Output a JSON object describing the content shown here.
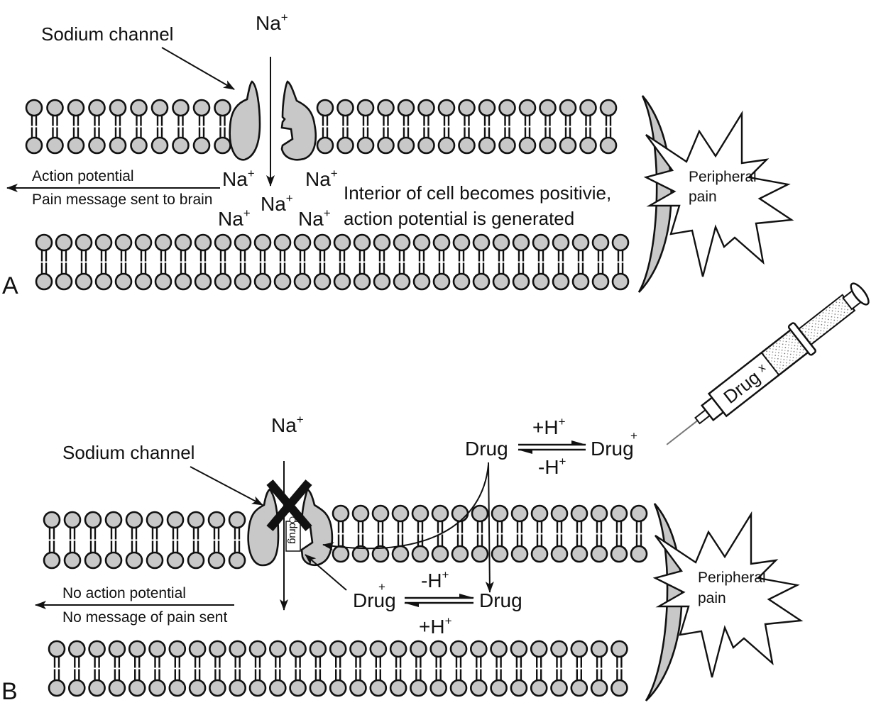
{
  "figure": {
    "colors": {
      "lipid_head": "#c8c8c8",
      "outline": "#111111",
      "background": "#ffffff"
    },
    "panel_a": {
      "label": "A",
      "sodium_channel_label": "Sodium channel",
      "ion_top": "Na",
      "ion_sup": "+",
      "ions_inside": [
        "Na",
        "Na",
        "Na",
        "Na",
        "Na"
      ],
      "arrow_text_top": "Action potential",
      "arrow_text_bottom": "Pain message sent to brain",
      "interior_line1": "Interior of cell becomes positivie,",
      "interior_line2": "action potential is generated",
      "pain_line1": "Peripheral",
      "pain_line2": "pain"
    },
    "panel_b": {
      "label": "B",
      "sodium_channel_label": "Sodium channel",
      "ion_top": "Na",
      "ion_sup": "+",
      "bound_drug_label": "drug",
      "bound_drug_charge": "+",
      "arrow_text_top": "No action potential",
      "arrow_text_bottom": "No message of pain sent",
      "outer_eq": {
        "left": "Drug",
        "right": "Drug",
        "right_charge": "+",
        "forward": "+H",
        "reverse": "-H",
        "sup": "+"
      },
      "inner_eq": {
        "left": "Drug",
        "left_charge": "+",
        "right": "Drug",
        "forward": "-H",
        "reverse": "+H",
        "sup": "+"
      },
      "syringe_label": "Drug",
      "syringe_mark": "x",
      "pain_line1": "Peripheral",
      "pain_line2": "pain"
    }
  }
}
